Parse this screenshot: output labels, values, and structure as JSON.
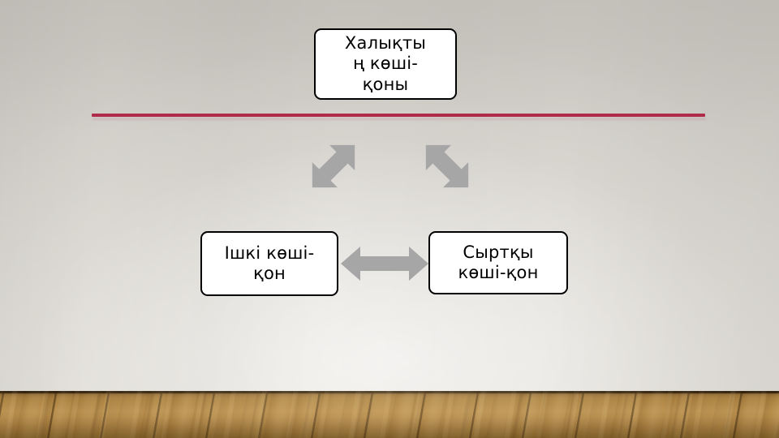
{
  "slide": {
    "background_style": "photo-wall-with-wooden-floor",
    "wall_color": "#d8d5cf",
    "floor_color": "#ad8344"
  },
  "divider": {
    "name": "red-horizontal-rule",
    "color": "#b02a4a"
  },
  "diagram": {
    "type": "concept-map",
    "nodes": [
      {
        "id": "top",
        "label": "Халықты ң көші-қоны",
        "lines": [
          "Халықты",
          "ң көші-",
          "қоны"
        ],
        "fill": "#ffffff",
        "border": "#000000"
      },
      {
        "id": "left",
        "label": "Ішкі көші-қон",
        "lines": [
          "Ішкі көші-",
          "қон"
        ],
        "fill": "#ffffff",
        "border": "#000000"
      },
      {
        "id": "right",
        "label": "Сыртқы көші-қон",
        "lines": [
          "Сыртқы",
          "көші-қон"
        ],
        "fill": "#ffffff",
        "border": "#000000"
      }
    ],
    "connectors": [
      {
        "id": "top-left",
        "name": "double-arrow-icon",
        "direction": "both",
        "orientation": "diagonal-up-right",
        "color": "#a6a6a6",
        "from": "left",
        "to": "top"
      },
      {
        "id": "top-right",
        "name": "double-arrow-icon",
        "direction": "both",
        "orientation": "diagonal-up-left",
        "color": "#a6a6a6",
        "from": "right",
        "to": "top"
      },
      {
        "id": "left-right",
        "name": "double-arrow-icon",
        "direction": "both",
        "orientation": "horizontal",
        "color": "#a6a6a6",
        "from": "left",
        "to": "right"
      }
    ]
  }
}
